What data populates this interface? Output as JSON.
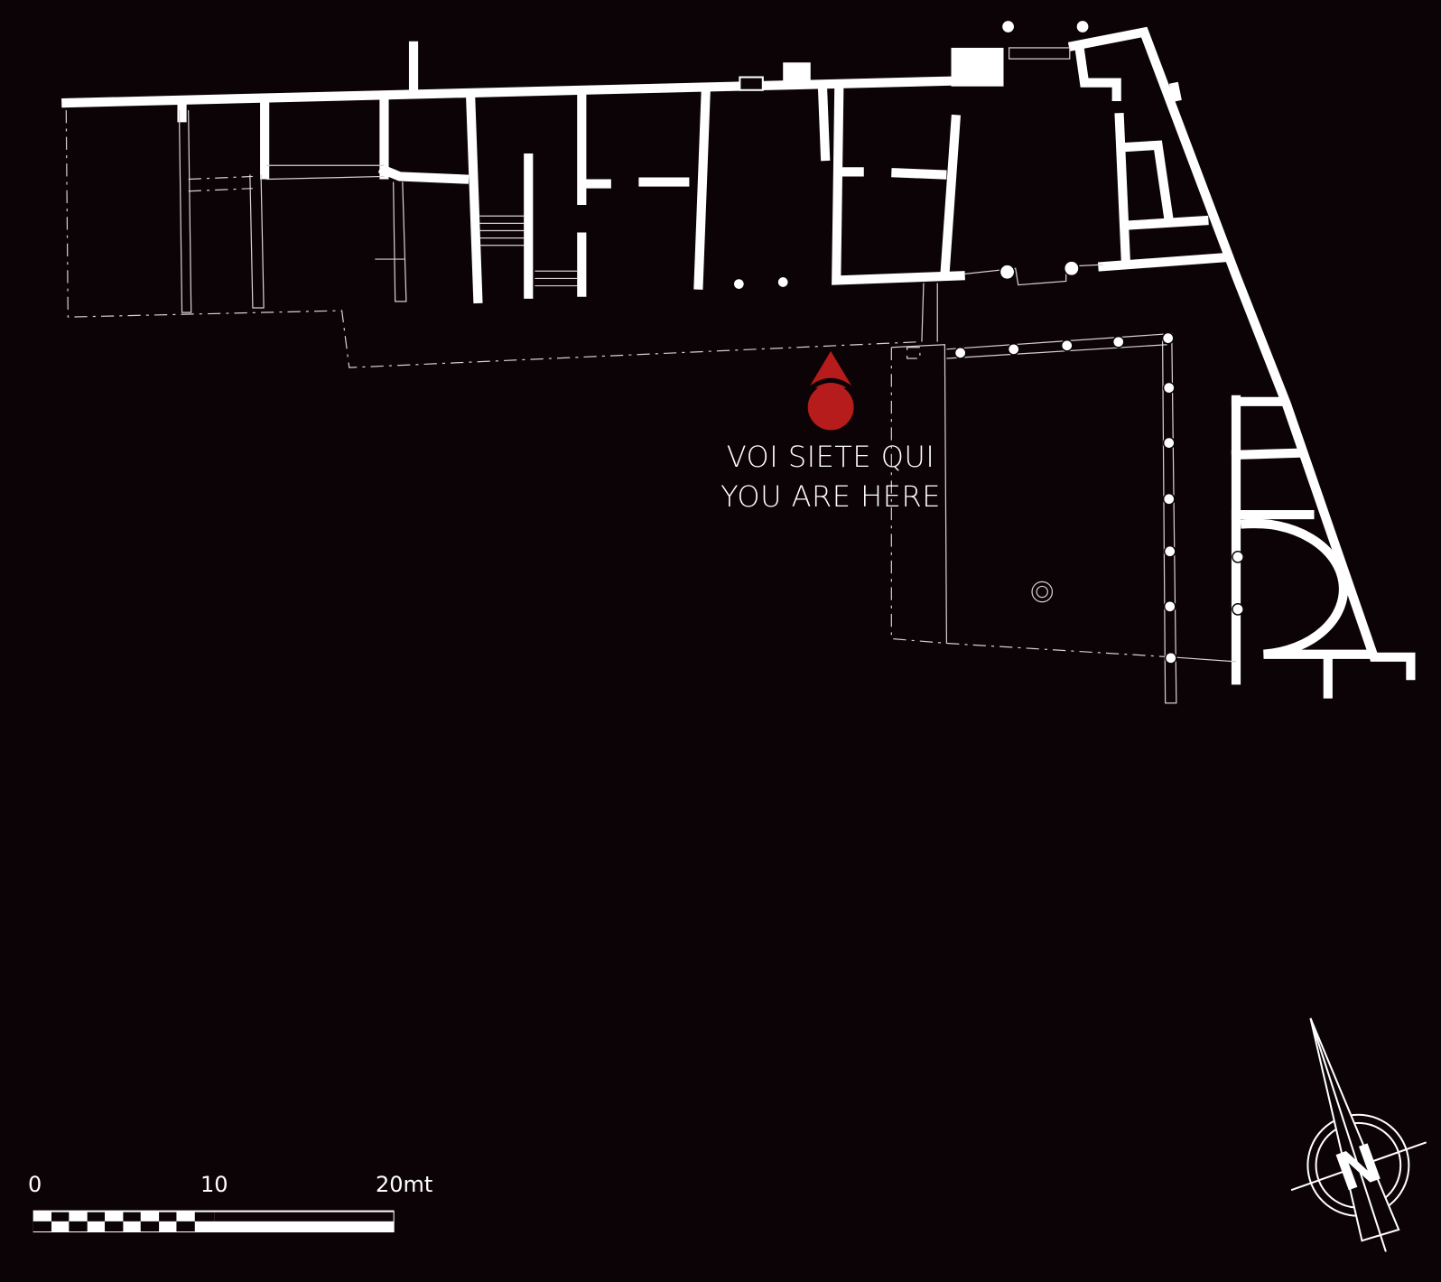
{
  "marker": {
    "label_it": "VOI SIETE QUI",
    "label_en": "YOU ARE HERE",
    "color": "#b71c1c",
    "icon": "location-pin-icon"
  },
  "scale_bar": {
    "labels": [
      "0",
      "10",
      "20mt"
    ]
  },
  "compass": {
    "letter": "N",
    "icon": "north-arrow-icon"
  },
  "colors": {
    "background": "#0c0306",
    "walls": "#ffffff"
  }
}
